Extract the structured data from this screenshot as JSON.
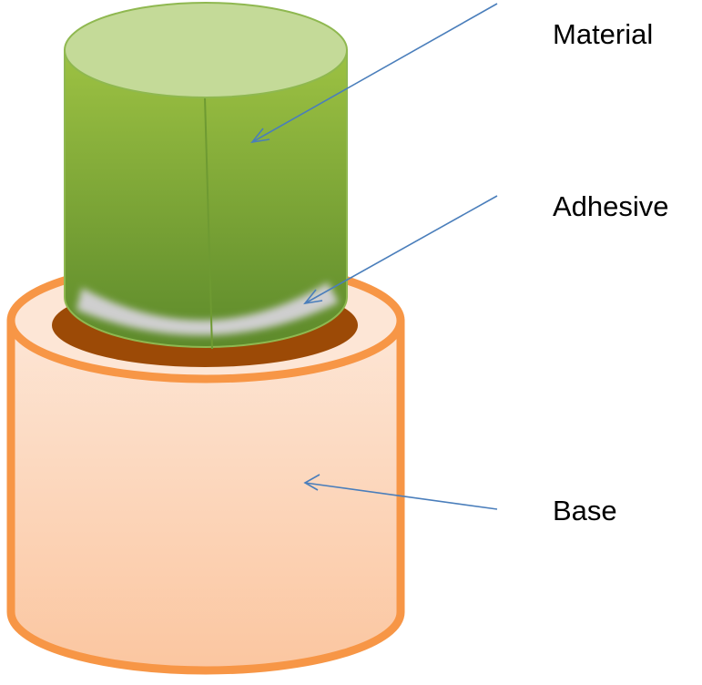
{
  "labels": {
    "material": "Material",
    "adhesive": "Adhesive",
    "base": "Base"
  },
  "colors": {
    "base_fill_top": "#fde3d1",
    "base_fill_bottom": "#fbc49d",
    "base_stroke": "#f79646",
    "adhesive_ring": "#9c4a06",
    "material_top": "#c4da98",
    "material_body_top": "#9bc040",
    "material_body_bottom": "#5e8a2a",
    "material_stroke": "#8cb44a",
    "adhesive_band": "#c9c9c9",
    "arrow": "#4a7ebb"
  }
}
